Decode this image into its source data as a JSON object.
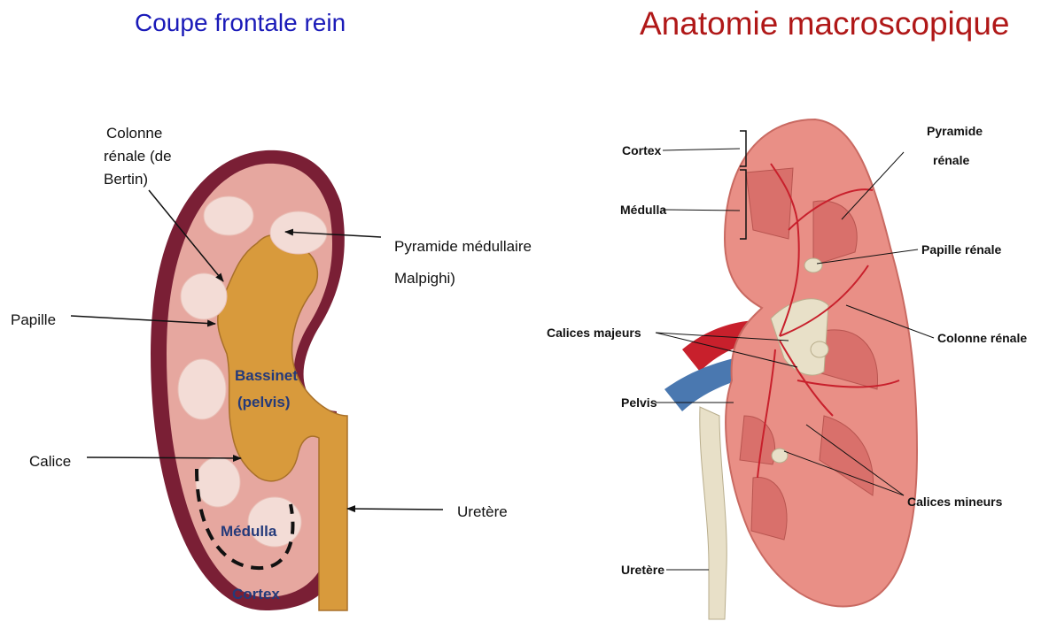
{
  "titles": {
    "left": "Coupe frontale rein",
    "right": "Anatomie macroscopique"
  },
  "left_diagram": {
    "labels": {
      "colonne_line1": "Colonne",
      "colonne_line2": "rénale (de",
      "colonne_line3": "Bertin)",
      "pyramide_line1": "Pyramide médullaire",
      "pyramide_line2": "Malpighi)",
      "papille": "Papille",
      "calice": "Calice",
      "uretere": "Uretère",
      "bassinet_line1": "Bassinet",
      "bassinet_line2": "(pelvis)",
      "medulla": "Médulla",
      "cortex": "Cortex"
    },
    "colors": {
      "capsule": "#7a1f35",
      "cortex": "#e6a79f",
      "pyramid": "#f3dcd6",
      "pelvis": "#d89a3c",
      "text_inner": "#243a7a"
    }
  },
  "right_diagram": {
    "labels": {
      "cortex": "Cortex",
      "medulla": "Médulla",
      "pyramide_line1": "Pyramide",
      "pyramide_line2": "rénale",
      "papille": "Papille rénale",
      "calices_majeurs": "Calices majeurs",
      "colonne": "Colonne rénale",
      "pelvis": "Pelvis",
      "calices_mineurs": "Calices mineurs",
      "uretere": "Uretère"
    },
    "colors": {
      "tissue": "#e98f86",
      "pyramid": "#d9706b",
      "artery": "#c8202c",
      "vein": "#4a78b0",
      "calyx": "#e8e0c8"
    }
  }
}
